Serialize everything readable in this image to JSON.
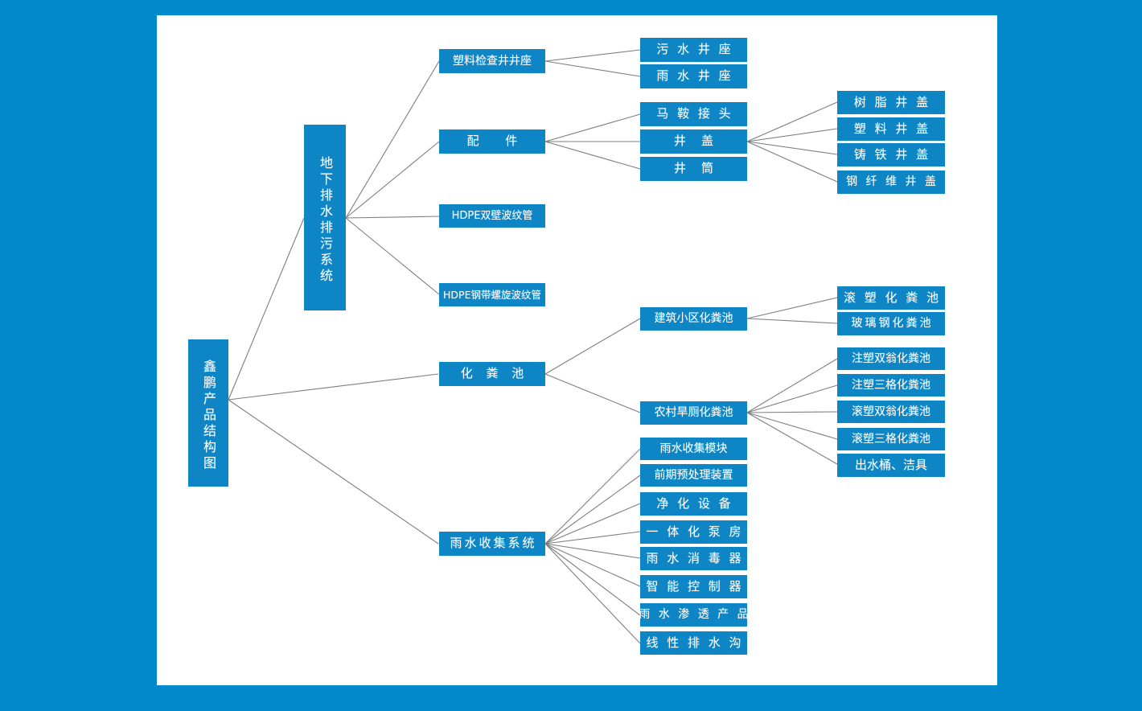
{
  "page": {
    "background_color": "#0289cb",
    "card_color": "#ffffff",
    "node_color": "#0e86c6",
    "node_text_color": "#ffffff",
    "connector_color": "#808080"
  },
  "diagram": {
    "type": "tree",
    "title": "鑫鹏产品结构图",
    "root": {
      "label": "鑫鹏产品结构图"
    },
    "level1": [
      {
        "label": "地下排水排污系统"
      },
      {
        "label": "化 粪 池"
      },
      {
        "label": "雨水收集系统"
      }
    ],
    "drainage_children": [
      {
        "label": "塑料检查井井座"
      },
      {
        "label": "配 件"
      },
      {
        "label": "HDPE双壁波纹管"
      },
      {
        "label": "HDPE钢带螺旋波纹管"
      }
    ],
    "inspection_well_children": [
      {
        "label": "污 水 井 座"
      },
      {
        "label": "雨 水 井 座"
      }
    ],
    "fittings_children": [
      {
        "label": "马 鞍 接 头"
      },
      {
        "label": "井    盖"
      },
      {
        "label": "井    筒"
      }
    ],
    "manhole_cover_children": [
      {
        "label": "树 脂 井 盖"
      },
      {
        "label": "塑 料 井 盖"
      },
      {
        "label": "铸 铁 井 盖"
      },
      {
        "label": "钢 纤 维 井 盖"
      }
    ],
    "septic_children": [
      {
        "label": "建筑小区化粪池"
      },
      {
        "label": "农村旱厕化粪池"
      }
    ],
    "residential_septic_children": [
      {
        "label": "滚 塑 化 粪 池"
      },
      {
        "label": "玻璃钢化粪池"
      }
    ],
    "rural_septic_children": [
      {
        "label": "注塑双翁化粪池"
      },
      {
        "label": "注塑三格化粪池"
      },
      {
        "label": "滚塑双翁化粪池"
      },
      {
        "label": "滚塑三格化粪池"
      },
      {
        "label": "出水桶、洁具"
      }
    ],
    "rainwater_children": [
      {
        "label": "雨水收集模块"
      },
      {
        "label": "前期预处理装置"
      },
      {
        "label": "净 化 设 备"
      },
      {
        "label": "一 体 化 泵 房"
      },
      {
        "label": "雨 水 消 毒 器"
      },
      {
        "label": "智 能 控 制 器"
      },
      {
        "label": "雨 水 渗 透 产 品"
      },
      {
        "label": "线 性 排 水 沟"
      }
    ]
  }
}
